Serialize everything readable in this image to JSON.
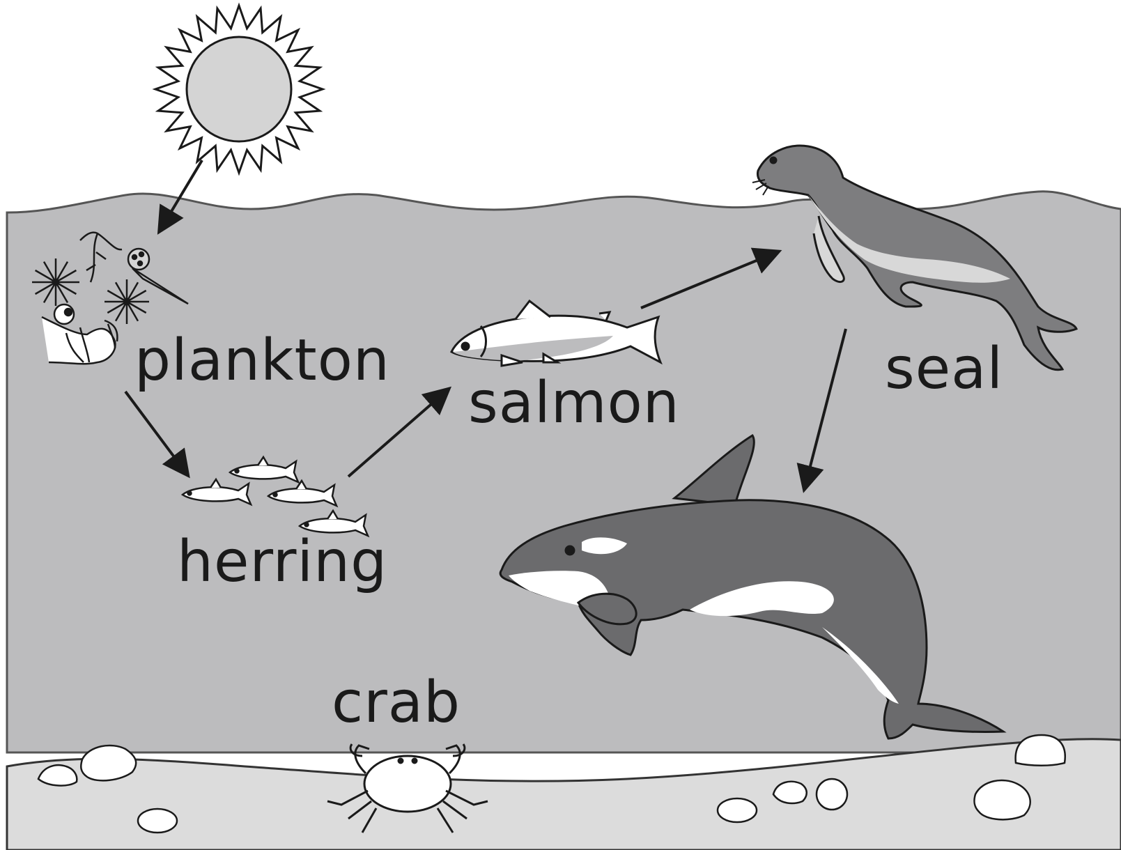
{
  "diagram": {
    "type": "food-web",
    "organisms": {
      "plankton": "plankton",
      "herring": "herring",
      "salmon": "salmon",
      "seal": "seal",
      "crab": "crab"
    },
    "arrows": [
      {
        "from": "sun",
        "to": "plankton"
      },
      {
        "from": "plankton",
        "to": "herring"
      },
      {
        "from": "herring",
        "to": "salmon"
      },
      {
        "from": "salmon",
        "to": "seal"
      },
      {
        "from": "seal",
        "to": "orca"
      }
    ],
    "colors": {
      "sky": "#ffffff",
      "water": "#bcbcbe",
      "seabed": "#dcdcdc",
      "sun": "#d4d4d4",
      "outline": "#1a1a1a",
      "orca_dark": "#6b6b6d",
      "seal_dark": "#7d7d7f",
      "light_patch": "#ffffff"
    }
  }
}
